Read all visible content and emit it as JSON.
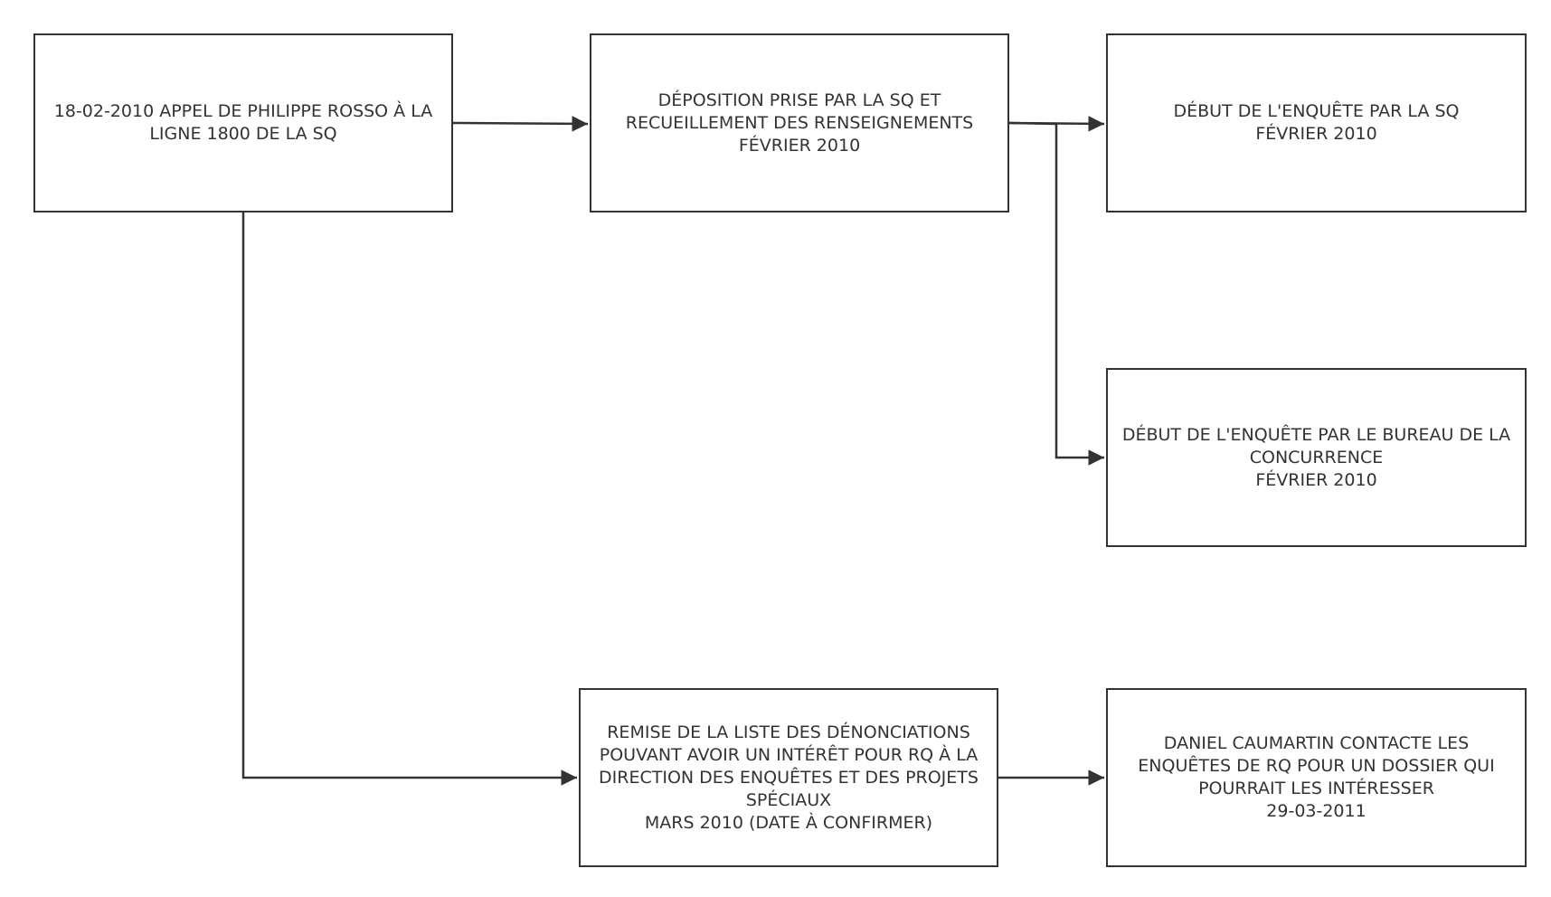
{
  "diagram": {
    "stroke_color": "#333333",
    "nodes": {
      "n1": {
        "lines": [
          "18-02-2010 APPEL DE PHILIPPE ROSSO À LA",
          "LIGNE 1800 DE LA SQ"
        ]
      },
      "n2": {
        "lines": [
          "DÉPOSITION PRISE PAR LA SQ ET",
          "RECUEILLEMENT DES RENSEIGNEMENTS",
          "FÉVRIER 2010"
        ]
      },
      "n3": {
        "lines": [
          "DÉBUT DE L'ENQUÊTE PAR LA SQ",
          "FÉVRIER 2010"
        ]
      },
      "n4": {
        "lines": [
          "DÉBUT DE L'ENQUÊTE PAR LE BUREAU DE LA",
          "CONCURRENCE",
          "FÉVRIER 2010"
        ]
      },
      "n5": {
        "lines": [
          "REMISE DE LA LISTE DES DÉNONCIATIONS",
          "POUVANT AVOIR UN INTÉRÊT POUR RQ À LA",
          "DIRECTION DES ENQUÊTES ET DES PROJETS",
          "SPÉCIAUX",
          "MARS 2010 (DATE À CONFIRMER)"
        ]
      },
      "n6": {
        "lines": [
          "DANIEL CAUMARTIN CONTACTE LES",
          "ENQUÊTES DE RQ POUR UN DOSSIER QUI",
          "POURRAIT LES INTÉRESSER",
          "29-03-2011"
        ]
      }
    },
    "edges": [
      {
        "from": "n1",
        "to": "n2"
      },
      {
        "from": "n2",
        "to": "n3"
      },
      {
        "from": "n2",
        "to": "n4"
      },
      {
        "from": "n1",
        "to": "n5"
      },
      {
        "from": "n5",
        "to": "n6"
      }
    ]
  }
}
